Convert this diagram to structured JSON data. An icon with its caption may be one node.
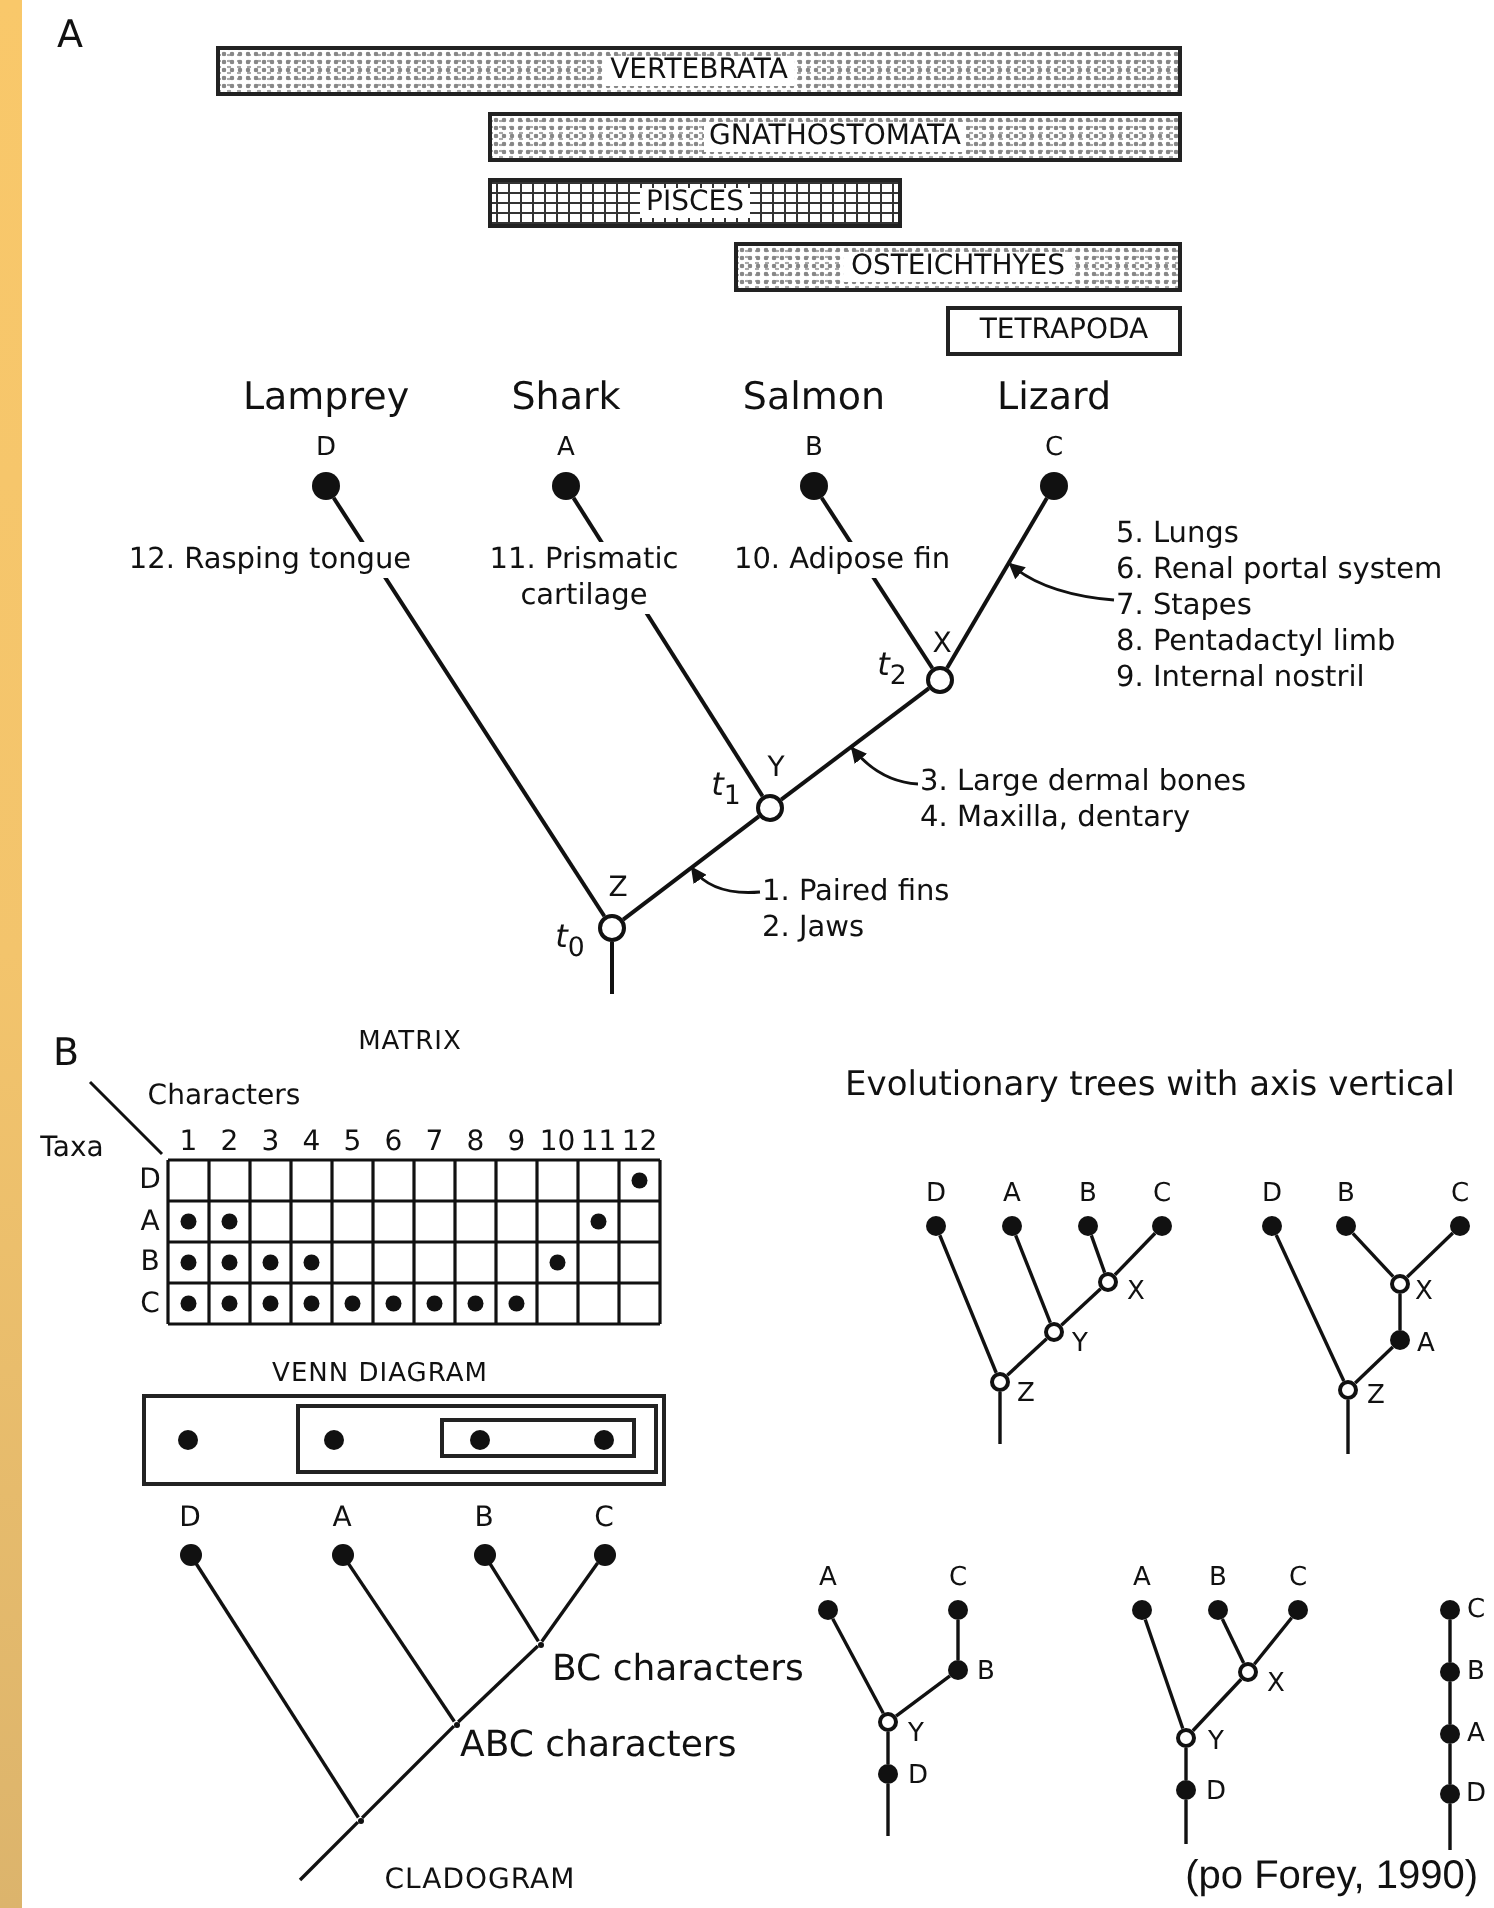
{
  "diagram": {
    "caption": "(po Forey, 1990)",
    "nodes": [
      {
        "text": [
          "VERTEBRATA"
        ]
      },
      {
        "text": [
          "GNATHOSTOMATA"
        ]
      },
      {
        "text": [
          "PISCES"
        ]
      },
      {
        "text": [
          "OSTEICHTHYES"
        ]
      },
      {
        "text": [
          "TETRAPODA"
        ]
      },
      {
        "text": [],
        "shape": "dot",
        "beside": [
          "Lamprey",
          "D"
        ]
      },
      {
        "text": [],
        "shape": "dot",
        "beside": [
          "Shark",
          "A"
        ]
      },
      {
        "text": [],
        "shape": "dot",
        "beside": [
          "Salmon",
          "B"
        ]
      },
      {
        "text": [],
        "shape": "dot",
        "beside": [
          "Lizard",
          "C"
        ]
      },
      {
        "text": [
          "5. Lungs",
          "6. Renal portal system",
          "7. Stapes",
          "8. Pentadactyl limb",
          "9. Internal nostril"
        ]
      },
      {
        "text": [],
        "shape": "circle",
        "beside": [
          "X",
          "*t*$_{2}$"
        ]
      },
      {
        "text": [
          "3. Large dermal bones",
          "4. Maxilla, dentary"
        ]
      },
      {
        "text": [],
        "shape": "circle",
        "beside": [
          "Y",
          "*t*$_{1}$"
        ]
      },
      {
        "text": [
          "1. Paired fins",
          "2. Jaws"
        ]
      },
      {
        "text": [],
        "shape": "circle",
        "beside": [
          "Z",
          "*t*$_{0}$"
        ]
      },
      {
        "text": [],
        "shape": "box"
      },
      {
        "text": [],
        "shape": "box",
        "in": 15
      },
      {
        "text": [],
        "shape": "box",
        "in": 16
      },
      {
        "text": [],
        "shape": "dot",
        "beside": [
          "D"
        ]
      },
      {
        "text": [],
        "shape": "dot",
        "beside": [
          "A"
        ]
      },
      {
        "text": [],
        "shape": "dot",
        "beside": [
          "B"
        ]
      },
      {
        "text": [],
        "shape": "dot",
        "beside": [
          "C"
        ]
      },
      {
        "text": [],
        "shape": "point",
        "beside": [
          "BC characters"
        ]
      },
      {
        "text": [],
        "shape": "point",
        "beside": [
          "ABC characters"
        ]
      },
      {
        "text": [],
        "shape": "point"
      },
      {
        "text": [],
        "shape": "dot",
        "beside": [
          "D"
        ]
      },
      {
        "text": [],
        "shape": "dot",
        "beside": [
          "A"
        ]
      },
      {
        "text": [],
        "shape": "dot",
        "beside": [
          "B"
        ]
      },
      {
        "text": [],
        "shape": "dot",
        "beside": [
          "C"
        ]
      },
      {
        "text": [],
        "shape": "circle",
        "beside": [
          "X"
        ]
      },
      {
        "text": [],
        "shape": "circle",
        "beside": [
          "Y"
        ]
      },
      {
        "text": [],
        "shape": "circle",
        "beside": [
          "Z"
        ]
      },
      {
        "text": [],
        "shape": "dot",
        "beside": [
          "D"
        ]
      },
      {
        "text": [],
        "shape": "dot",
        "beside": [
          "B"
        ]
      },
      {
        "text": [],
        "shape": "dot",
        "beside": [
          "C"
        ]
      },
      {
        "text": [],
        "shape": "circle",
        "beside": [
          "X"
        ]
      },
      {
        "text": [],
        "shape": "dot",
        "beside": [
          "A"
        ]
      },
      {
        "text": [],
        "shape": "circle",
        "beside": [
          "Z"
        ]
      },
      {
        "text": [],
        "shape": "dot",
        "beside": [
          "A"
        ]
      },
      {
        "text": [],
        "shape": "dot",
        "beside": [
          "C"
        ]
      },
      {
        "text": [],
        "shape": "dot",
        "beside": [
          "B"
        ]
      },
      {
        "text": [],
        "shape": "circle",
        "beside": [
          "Y"
        ]
      },
      {
        "text": [],
        "shape": "dot",
        "beside": [
          "D"
        ]
      },
      {
        "text": [],
        "shape": "dot",
        "beside": [
          "A"
        ]
      },
      {
        "text": [],
        "shape": "dot",
        "beside": [
          "B"
        ]
      },
      {
        "text": [],
        "shape": "dot",
        "beside": [
          "C"
        ]
      },
      {
        "text": [],
        "shape": "circle",
        "beside": [
          "X"
        ]
      },
      {
        "text": [],
        "shape": "circle",
        "beside": [
          "Y"
        ]
      },
      {
        "text": [],
        "shape": "dot",
        "beside": [
          "D"
        ]
      },
      {
        "text": [],
        "shape": "dot",
        "beside": [
          "C"
        ]
      },
      {
        "text": [],
        "shape": "dot",
        "beside": [
          "B"
        ]
      },
      {
        "text": [],
        "shape": "dot",
        "beside": [
          "A"
        ]
      },
      {
        "text": [],
        "shape": "dot",
        "beside": [
          "D"
        ]
      },
      {
        "text": [],
        "shape": "dot",
        "in": 15
      },
      {
        "text": [],
        "shape": "dot",
        "in": 16
      },
      {
        "text": [],
        "shape": "dot",
        "in": 17
      },
      {
        "text": [],
        "shape": "dot",
        "in": 17
      }
    ],
    "edges": [
      {
        "from": 14,
        "to": 5,
        "arrow": "none",
        "label": "12. Rasping tongue"
      },
      {
        "from": 12,
        "to": 6,
        "arrow": "none",
        "label": "11. Prismatic cartilage"
      },
      {
        "from": 10,
        "to": 7,
        "arrow": "none",
        "label": "10. Adipose fin"
      },
      {
        "from": 10,
        "to": 8,
        "arrow": "none"
      },
      {
        "from": 14,
        "to": 12,
        "arrow": "none"
      },
      {
        "from": 12,
        "to": 10,
        "arrow": "none"
      },
      {
        "from": 14,
        "to": null,
        "arrow": "none"
      },
      {
        "from": 9,
        "to": null,
        "arrow": "to"
      },
      {
        "from": 11,
        "to": null,
        "arrow": "to"
      },
      {
        "from": 13,
        "to": null,
        "arrow": "to"
      },
      {
        "from": 24,
        "to": 18,
        "arrow": "none"
      },
      {
        "from": 24,
        "to": 23,
        "arrow": "none"
      },
      {
        "from": 23,
        "to": 19,
        "arrow": "none"
      },
      {
        "from": 23,
        "to": 22,
        "arrow": "none"
      },
      {
        "from": 22,
        "to": 20,
        "arrow": "none"
      },
      {
        "from": 22,
        "to": 21,
        "arrow": "none"
      },
      {
        "from": 24,
        "to": null,
        "arrow": "none"
      },
      {
        "from": 31,
        "to": 25,
        "arrow": "none"
      },
      {
        "from": 31,
        "to": 30,
        "arrow": "none"
      },
      {
        "from": 30,
        "to": 26,
        "arrow": "none"
      },
      {
        "from": 30,
        "to": 29,
        "arrow": "none"
      },
      {
        "from": 29,
        "to": 27,
        "arrow": "none"
      },
      {
        "from": 29,
        "to": 28,
        "arrow": "none"
      },
      {
        "from": 31,
        "to": null,
        "arrow": "none"
      },
      {
        "from": 37,
        "to": 32,
        "arrow": "none"
      },
      {
        "from": 37,
        "to": 36,
        "arrow": "none"
      },
      {
        "from": 36,
        "to": 35,
        "arrow": "none"
      },
      {
        "from": 35,
        "to": 33,
        "arrow": "none"
      },
      {
        "from": 35,
        "to": 34,
        "arrow": "none"
      },
      {
        "from": 37,
        "to": null,
        "arrow": "none"
      },
      {
        "from": 41,
        "to": 38,
        "arrow": "none"
      },
      {
        "from": 41,
        "to": 40,
        "arrow": "none"
      },
      {
        "from": 40,
        "to": 39,
        "arrow": "none"
      },
      {
        "from": 41,
        "to": 42,
        "arrow": "none"
      },
      {
        "from": 42,
        "to": null,
        "arrow": "none"
      },
      {
        "from": 47,
        "to": 43,
        "arrow": "none"
      },
      {
        "from": 47,
        "to": 46,
        "arrow": "none"
      },
      {
        "from": 46,
        "to": 44,
        "arrow": "none"
      },
      {
        "from": 46,
        "to": 45,
        "arrow": "none"
      },
      {
        "from": 47,
        "to": 48,
        "arrow": "none"
      },
      {
        "from": 48,
        "to": null,
        "arrow": "none"
      },
      {
        "from": 52,
        "to": 51,
        "arrow": "none"
      },
      {
        "from": 51,
        "to": 50,
        "arrow": "none"
      },
      {
        "from": 50,
        "to": 49,
        "arrow": "none"
      },
      {
        "from": 52,
        "to": null,
        "arrow": "none"
      }
    ],
    "labels": [
      "A",
      "B",
      "MATRIX",
      "Characters",
      "Taxa",
      "1",
      "2",
      "3",
      "4",
      "5",
      "6",
      "7",
      "8",
      "9",
      "10",
      "11",
      "12",
      "D",
      "A",
      "B",
      "C",
      "VENN DIAGRAM",
      "CLADOGRAM",
      "Evolutionary trees with axis vertical"
    ]
  }
}
